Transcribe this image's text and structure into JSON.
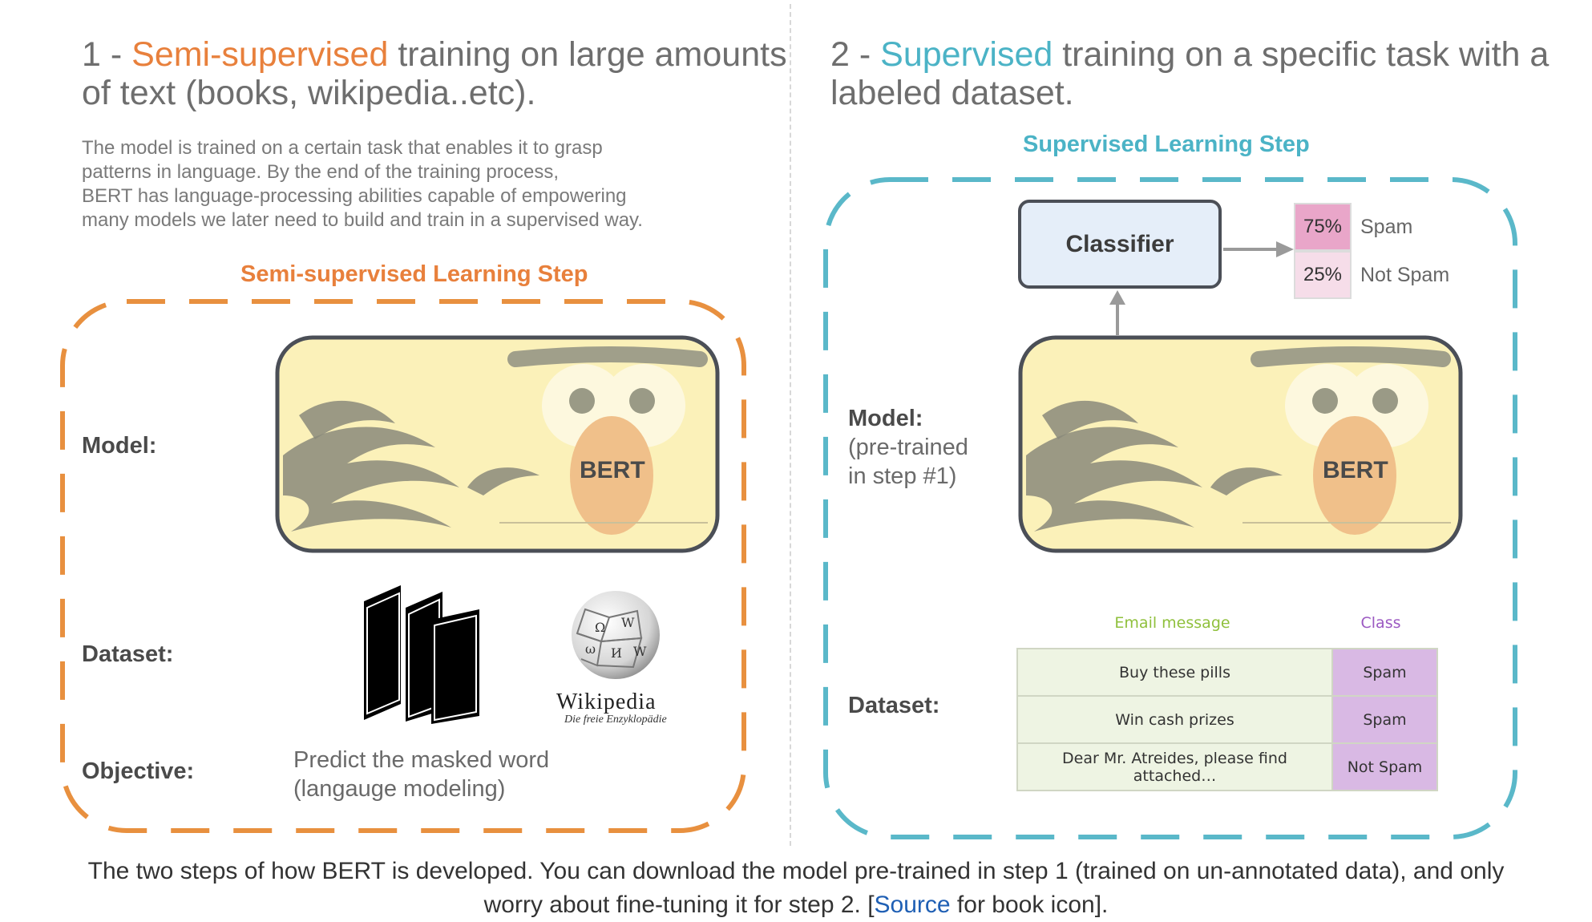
{
  "left": {
    "heading_prefix": "1 - ",
    "heading_highlight": "Semi-supervised",
    "heading_line1_rest": " training on large amounts",
    "heading_line2": "of text (books, wikipedia..etc).",
    "description_lines": [
      "The model is trained on a certain task that enables it to grasp",
      "patterns in language. By the end of the training process,",
      "BERT has language-processing abilities capable of empowering",
      "many models we later need to build and train in a supervised way."
    ],
    "step_title": "Semi-supervised Learning Step",
    "model_label": "Model:",
    "bert_label": "BERT",
    "dataset_label": "Dataset:",
    "objective_label": "Objective:",
    "objective_lines": [
      "Predict the masked word",
      "(langauge modeling)"
    ],
    "wiki_title": "Wikipedia",
    "wiki_subtitle": "Die freie Enzyklopädie",
    "wiki_glyphs": [
      "Ω",
      "W",
      "ω",
      "И",
      "W"
    ]
  },
  "right": {
    "heading_prefix": "2 - ",
    "heading_highlight": "Supervised",
    "heading_line1_rest": " training on a specific task with a",
    "heading_line2": "labeled dataset.",
    "step_title": "Supervised Learning Step",
    "classifier_label": "Classifier",
    "outputs": [
      {
        "percent": "75%",
        "label": "Spam",
        "color": "#e9a6c9"
      },
      {
        "percent": "25%",
        "label": "Not Spam",
        "color": "#f6dde9"
      }
    ],
    "model_label": "Model:",
    "model_sub_lines": [
      "(pre-trained",
      "in step #1)"
    ],
    "bert_label": "BERT",
    "dataset_label": "Dataset:",
    "table": {
      "col_message": "Email message",
      "col_class": "Class",
      "rows": [
        {
          "message": "Buy these pills",
          "class": "Spam"
        },
        {
          "message": "Win cash prizes",
          "class": "Spam"
        },
        {
          "message": "Dear Mr. Atreides, please find attached…",
          "class": "Not Spam"
        }
      ]
    }
  },
  "caption": {
    "line1": "The two steps of how BERT is developed. You can download the model pre-trained in step 1 (trained on un-annotated data), and only",
    "line2_before": "worry about fine-tuning it for step 2. [",
    "link": "Source",
    "line2_after": " for book icon]."
  },
  "colors": {
    "orange": "#e8803c",
    "blue": "#4bb3c6",
    "bert_body": "#fbf1b9",
    "nose": "#f0c08a",
    "table_green_header": "#8fc03c",
    "table_purple_header": "#9b59c2"
  }
}
